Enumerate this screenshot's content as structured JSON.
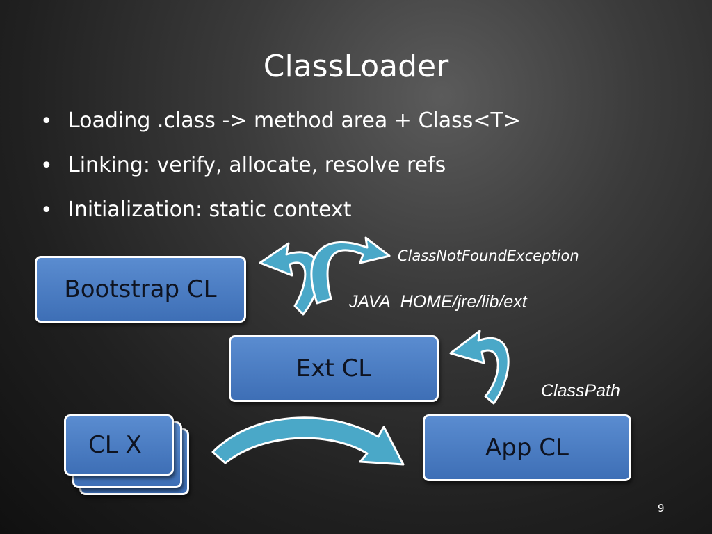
{
  "slide": {
    "title": "ClassLoader",
    "bullets": [
      "Loading .class -> method area + Class<T>",
      "Linking: verify, allocate, resolve refs",
      "Initialization: static context"
    ],
    "boxes": {
      "bootstrap": "Bootstrap CL",
      "ext": "Ext CL",
      "app": "App CL",
      "custom": "CL X"
    },
    "labels": {
      "exception": "ClassNotFoundException",
      "ext_path": "JAVA_HOME/jre/lib/ext",
      "classpath": "ClassPath"
    },
    "page_number": "9"
  },
  "colors": {
    "box_fill": "#4a7cc4",
    "box_border": "#ffffff",
    "arrow_fill": "#4aa8c8",
    "text": "#ffffff"
  }
}
